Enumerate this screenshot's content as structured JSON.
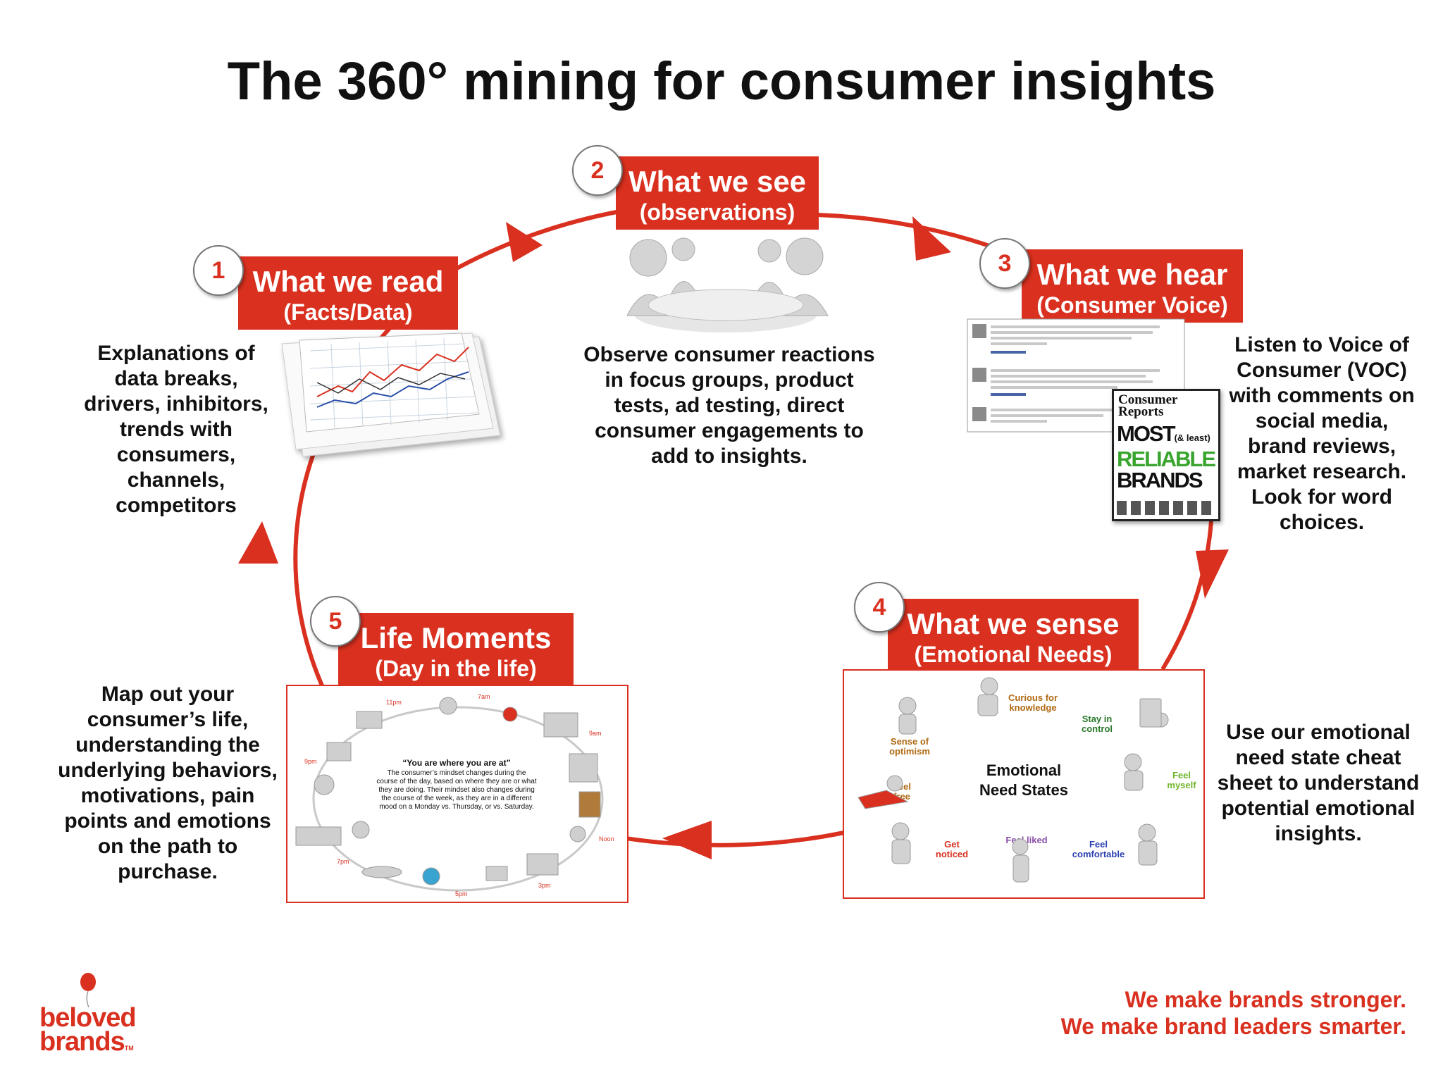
{
  "title": "The 360° mining for consumer insights",
  "stages": [
    {
      "number": "1",
      "title": "What we read",
      "subtitle": "(Facts/Data)",
      "description": "Explanations of data breaks, drivers, inhibitors, trends with consumers, channels, competitors"
    },
    {
      "number": "2",
      "title": "What we see",
      "subtitle": "(observations)",
      "description": "Observe consumer reactions in focus groups, product tests, ad testing, direct consumer engagements to add to insights."
    },
    {
      "number": "3",
      "title": "What we hear",
      "subtitle": "(Consumer Voice)",
      "description": "Listen to Voice of Consumer (VOC) with comments on social media, brand reviews, market research. Look for word choices."
    },
    {
      "number": "4",
      "title": "What we sense",
      "subtitle": "(Emotional Needs)",
      "description": "Use our emotional need state cheat sheet to understand potential emotional insights."
    },
    {
      "number": "5",
      "title": "Life Moments",
      "subtitle": "(Day in the life)",
      "description": "Map out your consumer’s life, understanding the underlying behaviors, motivations, pain points and emotions on the path to purchase."
    }
  ],
  "magazine": {
    "brand_line1": "Consumer",
    "brand_line2": "Reports",
    "headline1": "MOST",
    "headline_small": "(& least)",
    "headline2": "RELIABLE",
    "headline3": "BRANDS"
  },
  "emotional": {
    "center": "Emotional Need States",
    "items": [
      "Curious for knowledge",
      "Sense of optimism",
      "Stay in control",
      "Feel free",
      "Feel myself",
      "Get noticed",
      "Feel liked",
      "Feel comfortable"
    ]
  },
  "life_moments": {
    "quote": "“You are where you are at”",
    "body": "The consumer’s mindset changes during the course of the day, based on where they are or what they are doing. Their mindset also changes during the course of the week, as they are in a different mood on a Monday vs. Thursday, or vs. Saturday.",
    "times": [
      "7am",
      "9am",
      "Noon",
      "3pm",
      "5pm",
      "7pm",
      "9pm",
      "11pm"
    ]
  },
  "brand": {
    "logo_line1": "beloved",
    "logo_line2": "brands",
    "tm": "TM"
  },
  "taglines": [
    "We make brands stronger.",
    "We make brand leaders smarter."
  ],
  "colors": {
    "accent": "#d9301f"
  }
}
